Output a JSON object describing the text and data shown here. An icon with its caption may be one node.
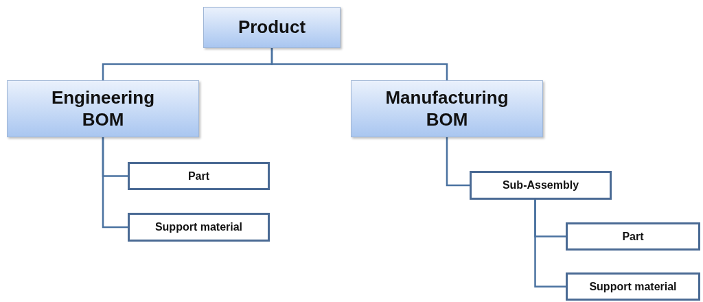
{
  "diagram": {
    "nodes": [
      {
        "text": [
          "Product"
        ]
      },
      {
        "text": [
          "Engineering BOM"
        ]
      },
      {
        "text": [
          "Part"
        ]
      },
      {
        "text": [
          "Support material"
        ]
      },
      {
        "text": [
          "Manufacturing BOM"
        ]
      },
      {
        "text": [
          "Sub-Assembly"
        ]
      },
      {
        "text": [
          "Part"
        ]
      },
      {
        "text": [
          "Support material"
        ]
      }
    ],
    "edges": [
      {
        "from": 0,
        "to": 1,
        "arrow": "none"
      },
      {
        "from": 0,
        "to": 4,
        "arrow": "none"
      },
      {
        "from": 1,
        "to": 2,
        "arrow": "none"
      },
      {
        "from": 1,
        "to": 3,
        "arrow": "none"
      },
      {
        "from": 4,
        "to": 5,
        "arrow": "none"
      },
      {
        "from": 5,
        "to": 6,
        "arrow": "none"
      },
      {
        "from": 5,
        "to": 7,
        "arrow": "none"
      }
    ]
  }
}
